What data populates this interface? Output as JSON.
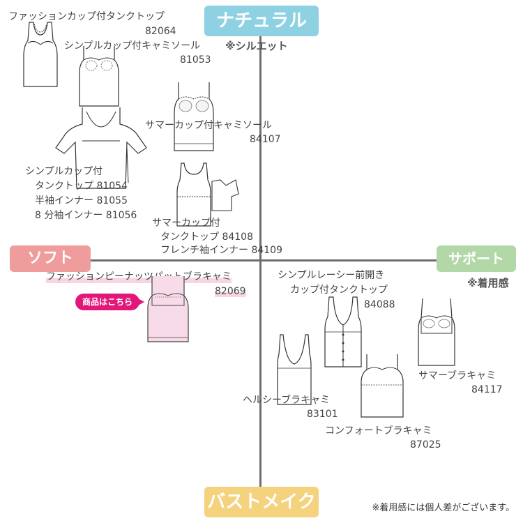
{
  "axes": {
    "top": "ナチュラル",
    "top_note": "※シルエット",
    "bottom": "バストメイク",
    "left": "ソフト",
    "right": "サポート",
    "right_note": "※着用感"
  },
  "footer_note": "※着用感には個人差がございます。",
  "shop_button": "商品はこちら",
  "products": [
    {
      "name": "ファッションカップ付タンクトップ",
      "code": "82064"
    },
    {
      "name": "シンプルカップ付キャミソール",
      "code": "81053"
    },
    {
      "name": "サマーカップ付キャミソール",
      "code": "84107"
    },
    {
      "lines": [
        "シンプルカップ付",
        "タンクトップ 81054",
        "半袖インナー 81055",
        "8 分袖インナー 81056"
      ]
    },
    {
      "lines": [
        "サマーカップ付",
        "タンクトップ 84108",
        "フレンチ袖インナー 84109"
      ]
    },
    {
      "name": "ファッションピーナッツパットブラキャミ",
      "code": "82069"
    },
    {
      "lines": [
        "シンプルレーシー前開き",
        "カップ付タンクトップ",
        "84088"
      ]
    },
    {
      "name": "サマーブラキャミ",
      "code": "84117"
    },
    {
      "name": "ヘルシーブラキャミ",
      "code": "83101"
    },
    {
      "name": "コンフォートブラキャミ",
      "code": "87025"
    }
  ]
}
